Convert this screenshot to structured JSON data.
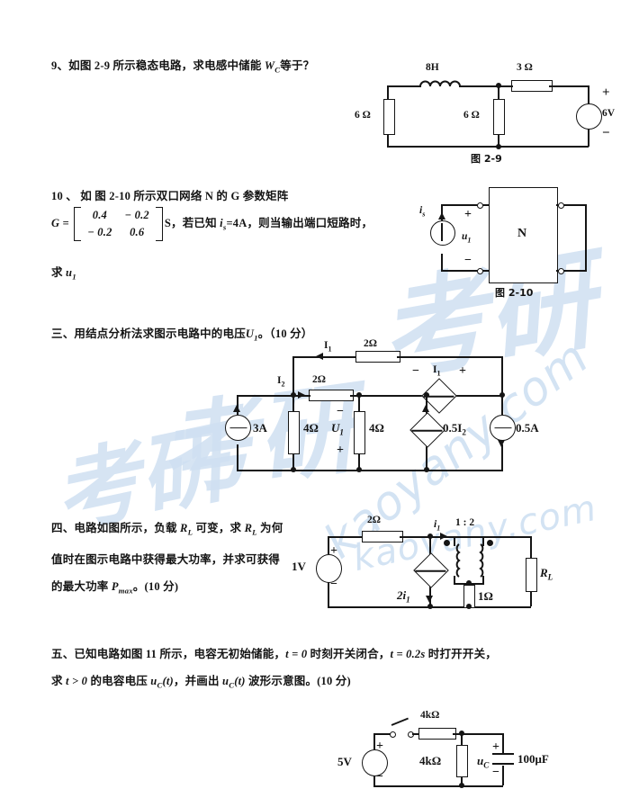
{
  "watermark": {
    "cn": "考研",
    "domain": "kaoyany.com"
  },
  "q9": {
    "text_prefix": "9、如图 2-9 所示稳态电路，求电感中储能 ",
    "symbol": "W",
    "symbol_sub": "C",
    "text_suffix": "等于？",
    "figure": {
      "caption_prefix": "图",
      "caption_number": "2-9",
      "inductor": "8H",
      "r_series": "3 Ω",
      "r_left": "6 Ω",
      "r_mid": "6 Ω",
      "source": "6V",
      "plus": "+",
      "minus": "−"
    }
  },
  "q10": {
    "line1": "10 、 如 图  2-10  所示双口网络  N  的  G  参数矩阵",
    "g_label": "G =",
    "matrix": [
      [
        "0.4",
        "− 0.2"
      ],
      [
        "− 0.2",
        "0.6"
      ]
    ],
    "unit": "S",
    "line2_mid": "，若已知 ",
    "current_sym": "i",
    "current_sub": "s",
    "current_val": "=4A，则当输出端口短路时，",
    "line3_prefix": "求 ",
    "line3_sym": "u",
    "line3_sub": "1",
    "figure": {
      "caption_prefix": "图",
      "caption_number": "2-10",
      "network": "N",
      "source_sym": "i",
      "source_sub": "s",
      "voltage_sym": "u",
      "voltage_sub": "1",
      "plus": "+",
      "minus": "−"
    }
  },
  "q3": {
    "heading": "三、用结点分析法求图示电路中的电压",
    "heading_sym": "U",
    "heading_sub": "1",
    "heading_tail": "。（10 分）",
    "figure": {
      "i1_top_sym": "I",
      "i1_top_sub": "1",
      "r_top": "2Ω",
      "i2_sym": "I",
      "i2_sub": "2",
      "r_mid": "2Ω",
      "src_left": "3A",
      "r_left": "4Ω",
      "u1_sym": "U",
      "u1_sub": "1",
      "u1_minus": "−",
      "u1_plus": "+",
      "r_center": "4Ω",
      "dep_src": "0.5I",
      "dep_src_sub": "2",
      "vcvs_sym": "I",
      "vcvs_sub": "1",
      "vcvs_minus": "−",
      "vcvs_plus": "+",
      "src_right": "0.5A"
    }
  },
  "q4": {
    "line1_a": "四、电路如图所示，负载 ",
    "rl_sym": "R",
    "rl_sub": "L",
    "line1_b": " 可变，求 ",
    "line1_c": " 为何",
    "line2": "值时在图示电路中获得最大功率，并求可获得",
    "line3_a": "的最大功率 ",
    "p_sym": "P",
    "p_sub": "max",
    "line3_b": "。(10 分)",
    "figure": {
      "r_top": "2Ω",
      "src": "1V",
      "plus": "+",
      "minus": "−",
      "i1_sym": "i",
      "i1_sub": "1",
      "ratio": "1 : 2",
      "dep_src": "2i",
      "dep_src_sub": "1",
      "r_sec": "1Ω",
      "load_sym": "R",
      "load_sub": "L"
    }
  },
  "q5": {
    "line1": "五、已知电路如图 11 所示，电容无初始储能，",
    "line1_t0": "t = 0",
    "line1_mid": " 时刻开关闭合，",
    "line1_t1": "t = 0.2s",
    "line1_end": " 时打开开关，",
    "line2_a": "求 ",
    "line2_t": "t > 0",
    "line2_b": " 的电容电压 ",
    "uc_sym": "u",
    "uc_sub": "C",
    "uc_arg": "(t)",
    "line2_c": "，并画出 ",
    "line2_d": " 波形示意图。(10 分)",
    "figure": {
      "r_top": "4kΩ",
      "src": "5V",
      "plus": "+",
      "minus": "−",
      "r_shunt": "4kΩ",
      "uc_sym": "u",
      "uc_sub": "C",
      "cap": "100μF",
      "cap_plus": "+",
      "cap_minus": "−"
    }
  }
}
